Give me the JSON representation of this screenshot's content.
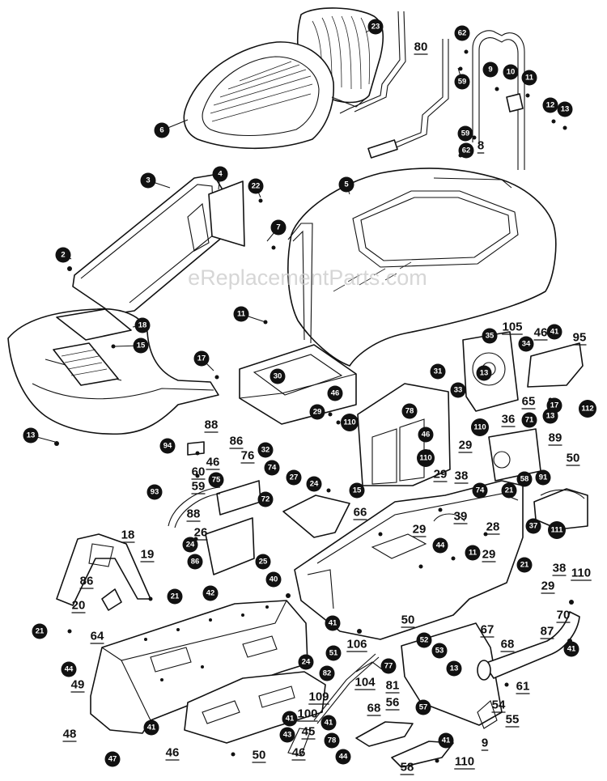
{
  "watermark": "eReplacementParts.com",
  "callouts": [
    {
      "label": "23"
    },
    {
      "label": "62"
    },
    {
      "label": "59"
    },
    {
      "label": "59"
    },
    {
      "label": "62"
    },
    {
      "label": "9"
    },
    {
      "label": "10"
    },
    {
      "label": "11"
    },
    {
      "label": "12"
    },
    {
      "label": "13"
    },
    {
      "label": "6"
    },
    {
      "label": "3"
    },
    {
      "label": "4"
    },
    {
      "label": "22"
    },
    {
      "label": "7"
    },
    {
      "label": "5"
    },
    {
      "label": "2"
    },
    {
      "label": "11"
    },
    {
      "label": "18"
    },
    {
      "label": "15"
    },
    {
      "label": "17"
    },
    {
      "label": "13"
    },
    {
      "label": "30"
    },
    {
      "label": "46"
    },
    {
      "label": "29"
    },
    {
      "label": "110"
    },
    {
      "label": "35"
    },
    {
      "label": "41"
    },
    {
      "label": "34"
    },
    {
      "label": "31"
    },
    {
      "label": "13"
    },
    {
      "label": "33"
    },
    {
      "label": "17"
    },
    {
      "label": "112"
    },
    {
      "label": "13"
    },
    {
      "label": "110"
    },
    {
      "label": "71"
    },
    {
      "label": "78"
    },
    {
      "label": "46"
    },
    {
      "label": "110"
    },
    {
      "label": "94"
    },
    {
      "label": "32"
    },
    {
      "label": "74"
    },
    {
      "label": "75"
    },
    {
      "label": "72"
    },
    {
      "label": "93"
    },
    {
      "label": "27"
    },
    {
      "label": "24"
    },
    {
      "label": "15"
    },
    {
      "label": "91"
    },
    {
      "label": "58"
    },
    {
      "label": "74"
    },
    {
      "label": "21"
    },
    {
      "label": "111"
    },
    {
      "label": "37"
    },
    {
      "label": "44"
    },
    {
      "label": "11"
    },
    {
      "label": "24"
    },
    {
      "label": "86"
    },
    {
      "label": "21"
    },
    {
      "label": "25"
    },
    {
      "label": "42"
    },
    {
      "label": "40"
    },
    {
      "label": "41"
    },
    {
      "label": "21"
    },
    {
      "label": "21"
    },
    {
      "label": "44"
    },
    {
      "label": "24"
    },
    {
      "label": "51"
    },
    {
      "label": "77"
    },
    {
      "label": "52"
    },
    {
      "label": "53"
    },
    {
      "label": "13"
    },
    {
      "label": "41"
    },
    {
      "label": "82"
    },
    {
      "label": "41"
    },
    {
      "label": "43"
    },
    {
      "label": "41"
    },
    {
      "label": "78"
    },
    {
      "label": "57"
    },
    {
      "label": "41"
    },
    {
      "label": "47"
    },
    {
      "label": "41"
    },
    {
      "label": "44"
    }
  ],
  "plain_labels": [
    {
      "label": "80"
    },
    {
      "label": "8"
    },
    {
      "label": "105"
    },
    {
      "label": "46"
    },
    {
      "label": "95"
    },
    {
      "label": "65"
    },
    {
      "label": "36"
    },
    {
      "label": "88"
    },
    {
      "label": "86"
    },
    {
      "label": "76"
    },
    {
      "label": "46"
    },
    {
      "label": "60"
    },
    {
      "label": "59"
    },
    {
      "label": "29"
    },
    {
      "label": "29"
    },
    {
      "label": "89"
    },
    {
      "label": "38"
    },
    {
      "label": "50"
    },
    {
      "label": "88"
    },
    {
      "label": "26"
    },
    {
      "label": "66"
    },
    {
      "label": "39"
    },
    {
      "label": "29"
    },
    {
      "label": "28"
    },
    {
      "label": "29"
    },
    {
      "label": "18"
    },
    {
      "label": "19"
    },
    {
      "label": "86"
    },
    {
      "label": "20"
    },
    {
      "label": "38"
    },
    {
      "label": "29"
    },
    {
      "label": "110"
    },
    {
      "label": "70"
    },
    {
      "label": "87"
    },
    {
      "label": "67"
    },
    {
      "label": "68"
    },
    {
      "label": "50"
    },
    {
      "label": "106"
    },
    {
      "label": "64"
    },
    {
      "label": "49"
    },
    {
      "label": "104"
    },
    {
      "label": "81"
    },
    {
      "label": "109"
    },
    {
      "label": "100"
    },
    {
      "label": "68"
    },
    {
      "label": "56"
    },
    {
      "label": "61"
    },
    {
      "label": "54"
    },
    {
      "label": "55"
    },
    {
      "label": "9"
    },
    {
      "label": "48"
    },
    {
      "label": "45"
    },
    {
      "label": "46"
    },
    {
      "label": "50"
    },
    {
      "label": "46"
    },
    {
      "label": "110"
    },
    {
      "label": "58"
    }
  ]
}
